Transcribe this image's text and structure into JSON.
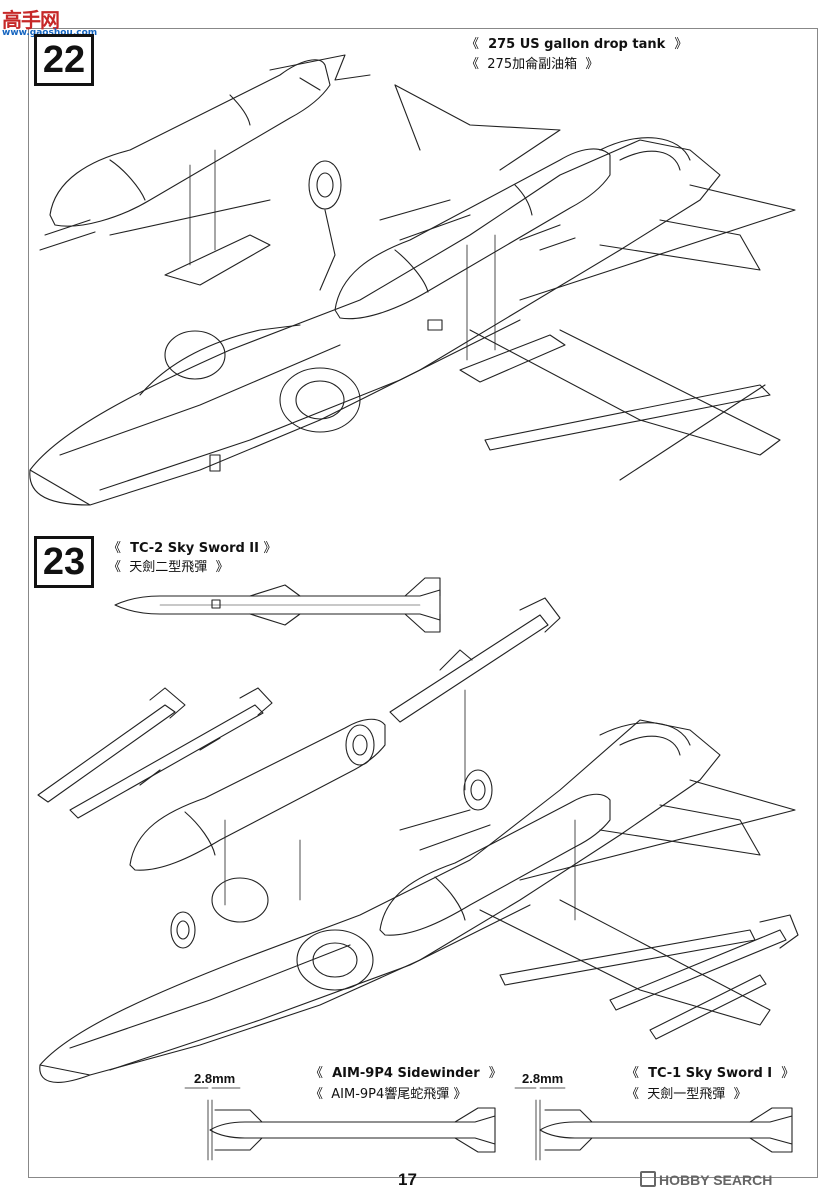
{
  "watermark": {
    "logo_cn": "高手网",
    "logo_url": "www.gaoshou.com",
    "site": "HOBBY SEARCH"
  },
  "step22": {
    "number": "22",
    "label_en": "275 US gallon drop tank",
    "label_cn": "275加侖副油箱"
  },
  "step23": {
    "number": "23",
    "sky_sword2_en": "TC-2 Sky Sword II",
    "sky_sword2_cn": "天劍二型飛彈",
    "aim9_en": "AIM-9P4 Sidewinder",
    "aim9_cn": "AIM-9P4響尾蛇飛彈",
    "sky_sword1_en": "TC-1 Sky Sword I",
    "sky_sword1_cn": "天劍一型飛彈",
    "dim_left": "2.8mm",
    "dim_right": "2.8mm"
  },
  "brackets": {
    "open": "《",
    "close": "》"
  },
  "page": {
    "number": "17"
  }
}
